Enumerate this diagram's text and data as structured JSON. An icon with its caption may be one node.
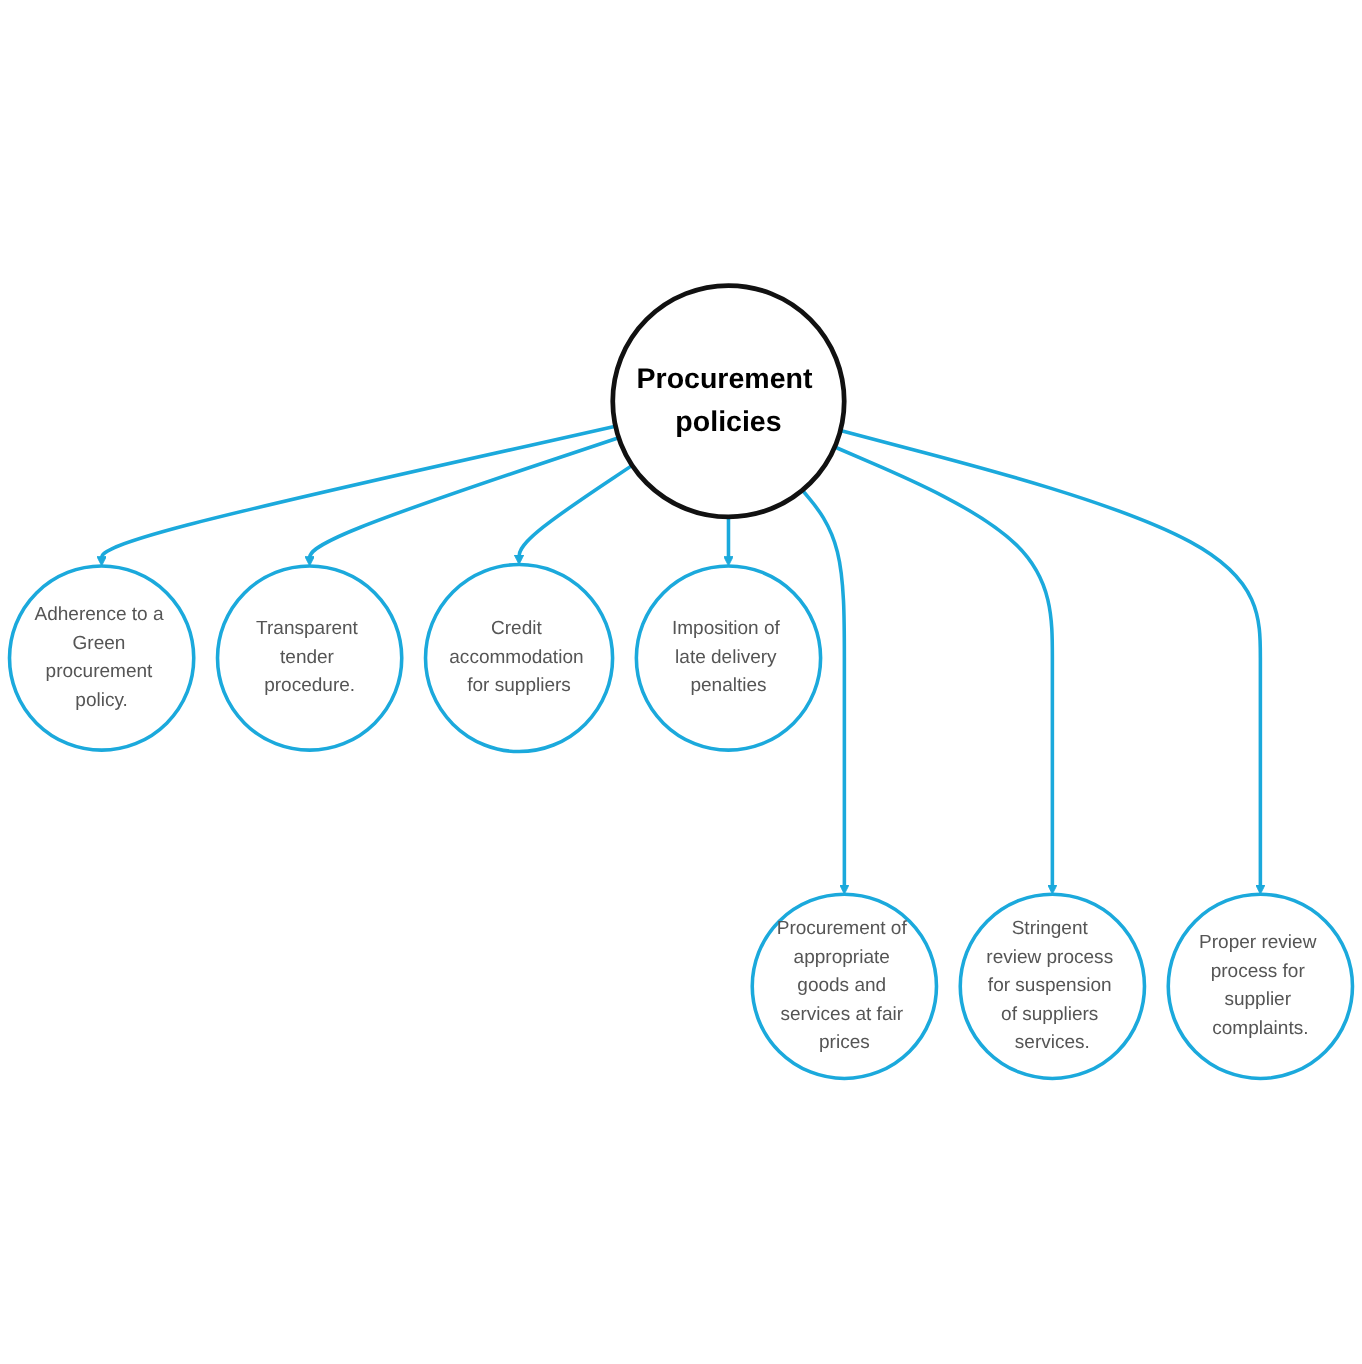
{
  "diagram": {
    "nodes": [
      {
        "text": [
          "Procurement policies"
        ]
      },
      {
        "text": [
          "Adherence to a Green procurement policy."
        ]
      },
      {
        "text": [
          "Transparent tender procedure."
        ]
      },
      {
        "text": [
          "Credit accommodation for suppliers"
        ]
      },
      {
        "text": [
          "Imposition of late delivery penalties"
        ]
      },
      {
        "text": [
          "Procurement of appropriate goods and services at fair prices"
        ]
      },
      {
        "text": [
          "Stringent review process for suspension of suppliers services."
        ]
      },
      {
        "text": [
          "Proper review process for supplier complaints."
        ]
      }
    ],
    "edges": [
      {
        "from": 0,
        "to": 1,
        "arrow": "to"
      },
      {
        "from": 0,
        "to": 2,
        "arrow": "to"
      },
      {
        "from": 0,
        "to": 3,
        "arrow": "to"
      },
      {
        "from": 0,
        "to": 4,
        "arrow": "to"
      },
      {
        "from": 0,
        "to": 5,
        "arrow": "to"
      },
      {
        "from": 0,
        "to": 6,
        "arrow": "to"
      },
      {
        "from": 0,
        "to": 7,
        "arrow": "to"
      }
    ]
  }
}
